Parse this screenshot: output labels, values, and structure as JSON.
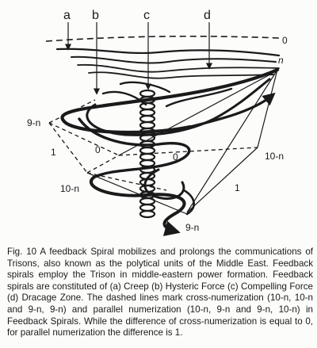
{
  "figure": {
    "labels": {
      "a": "a",
      "b": "b",
      "c": "c",
      "d": "d",
      "zero_top": "0",
      "n": "n",
      "nine_minus_n_left": "9-n",
      "one_left": "1",
      "zero_mid_left": "0",
      "zero_mid_right": "0",
      "ten_minus_n_right": "10-n",
      "ten_minus_n_left": "10-n",
      "one_right": "1",
      "nine_minus_n_bottom": "9-n"
    }
  },
  "caption": {
    "figure_number": "Fig. 10",
    "text": "A feedback Spiral mobilizes and prolongs the communications of Trisons, also known as the polytical units of the Middle East. Feedback spirals employ the Trison in middle-eastern power formation. Feedback spirals are constituted of (a) Creep (b) Hysteric Force (c) Compelling Force (d) Dracage Zone. The dashed lines mark cross-numerization (10-n, 10-n and 9-n, 9-n) and parallel numerization (10-n, 9-n and 9-n, 10-n) in Feedback Spirals. While the difference of cross-numerization is equal to 0, for parallel numerization the difference is 1."
  }
}
